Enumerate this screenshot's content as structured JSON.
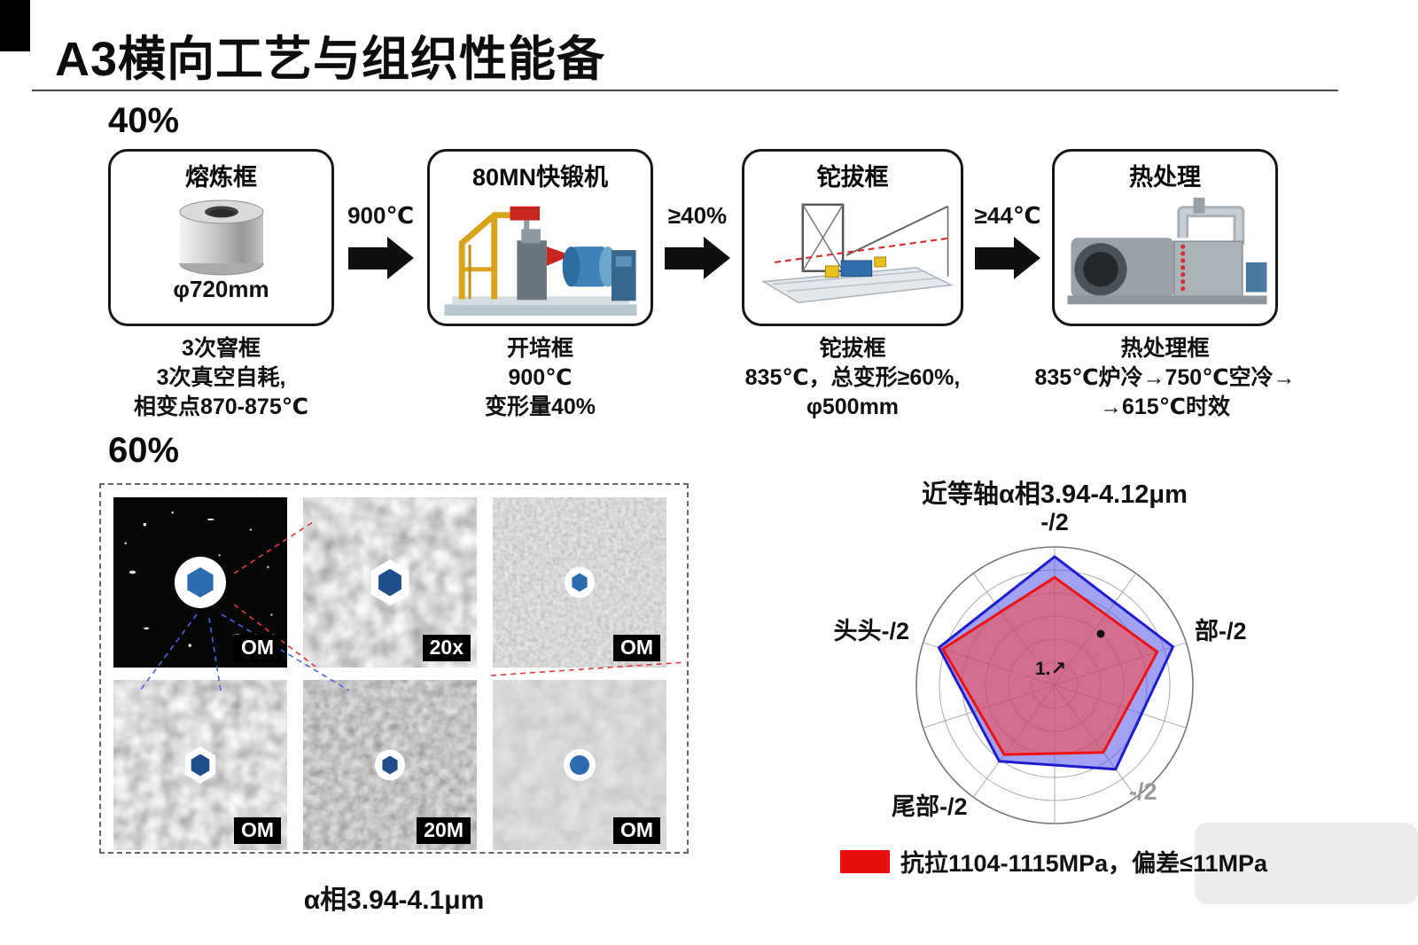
{
  "colors": {
    "accent_red": "#e8100c",
    "accent_blue": "#1d1dcf",
    "arrow_black": "#101010"
  },
  "header": {
    "title": "A3横向工艺与组织性能备"
  },
  "flow": {
    "section_label": "40%",
    "arrow_labels": [
      "900℃",
      "≥40%",
      "≥44℃"
    ],
    "steps": [
      {
        "title": "熔炼框",
        "inner_caption": "φ720mm",
        "caption_lines": [
          "3次窨框",
          "3次真空自耗,",
          "相变点870-875℃"
        ]
      },
      {
        "title": "80MN快锻机",
        "caption_lines": [
          "开培框",
          "900℃",
          "变形量40%"
        ]
      },
      {
        "title": "铊拔框",
        "caption_lines": [
          "铊拔框",
          "835℃，总变形≥60%,",
          "φ500mm"
        ]
      },
      {
        "title": "热处理",
        "caption_lines": [
          "热处理框",
          "835℃炉冷→750℃空冷→",
          "→615℃时效"
        ]
      }
    ]
  },
  "micro": {
    "section_label": "60%",
    "caption": "α相3.94-4.1μm",
    "cells": [
      {
        "badge": "OM"
      },
      {
        "badge": "20x"
      },
      {
        "badge": "OM"
      },
      {
        "badge": "OM"
      },
      {
        "badge": "20M"
      },
      {
        "badge": "OM"
      }
    ]
  },
  "radar": {
    "title": "近等轴α相3.94-4.12μm",
    "labels": {
      "top": "-/2",
      "right": "部-/2",
      "bottom_right": "-/2",
      "bottom_left": "尾部-/2",
      "left": "头头-/2"
    },
    "center_note": "1.↗",
    "legend": "抗拉1104-1115MPa，偏差≤11MPa"
  },
  "chart_data": {
    "type": "radar",
    "title": "近等轴α相3.94-4.12μm",
    "axes": [
      "top -/2",
      "right 部-/2",
      "bottom-right -/2",
      "bottom-left 尾部-/2",
      "left 头头-/2"
    ],
    "rings": 6,
    "value_range": [
      0,
      1
    ],
    "legend_position": "bottom-left",
    "series": [
      {
        "name": "blue",
        "color": "#1d1dcf",
        "fill": "rgba(85,85,235,0.55)",
        "values": [
          0.93,
          0.9,
          0.75,
          0.68,
          0.88
        ]
      },
      {
        "name": "red (抗拉1104-1115MPa，偏差≤11MPa)",
        "color": "#ee1111",
        "fill": "rgba(245,75,75,0.6)",
        "values": [
          0.78,
          0.78,
          0.6,
          0.62,
          0.85
        ]
      }
    ]
  }
}
